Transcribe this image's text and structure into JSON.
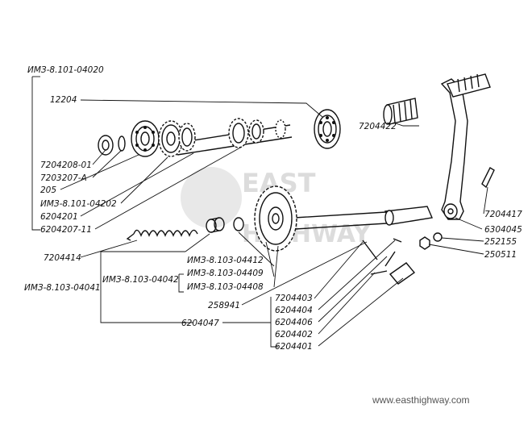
{
  "labels": {
    "imz_101_04020": "ИМЗ-8.101-04020",
    "p12204": "12204",
    "p7204208_01": "7204208-01",
    "p7203207_a": "7203207-А",
    "p205": "205",
    "imz_101_04202": "ИМЗ-8.101-04202",
    "p6204201": "6204201",
    "p6204207_11": "6204207-11",
    "p7204414": "7204414",
    "p7204422": "7204422",
    "p7204417": "7204417",
    "p6304045": "6304045",
    "p252155": "252155",
    "p250511": "250511",
    "imz_103_04412": "ИМЗ-8.103-04412",
    "imz_103_04042": "ИМЗ-8.103-04042",
    "imz_103_04409": "ИМЗ-8.103-04409",
    "imz_103_04408": "ИМЗ-8.103-04408",
    "imz_103_04041": "ИМЗ-8.103-04041",
    "p258941": "258941",
    "p7204403": "7204403",
    "p6204404": "6204404",
    "p6204406": "6204406",
    "p6204402": "6204402",
    "p6204401": "6204401",
    "p6204047": "6204047"
  },
  "watermark": {
    "word_top": "EAST",
    "word_bottom": "HIGHWAY"
  },
  "footer": {
    "url": "www.easthighway.com"
  }
}
